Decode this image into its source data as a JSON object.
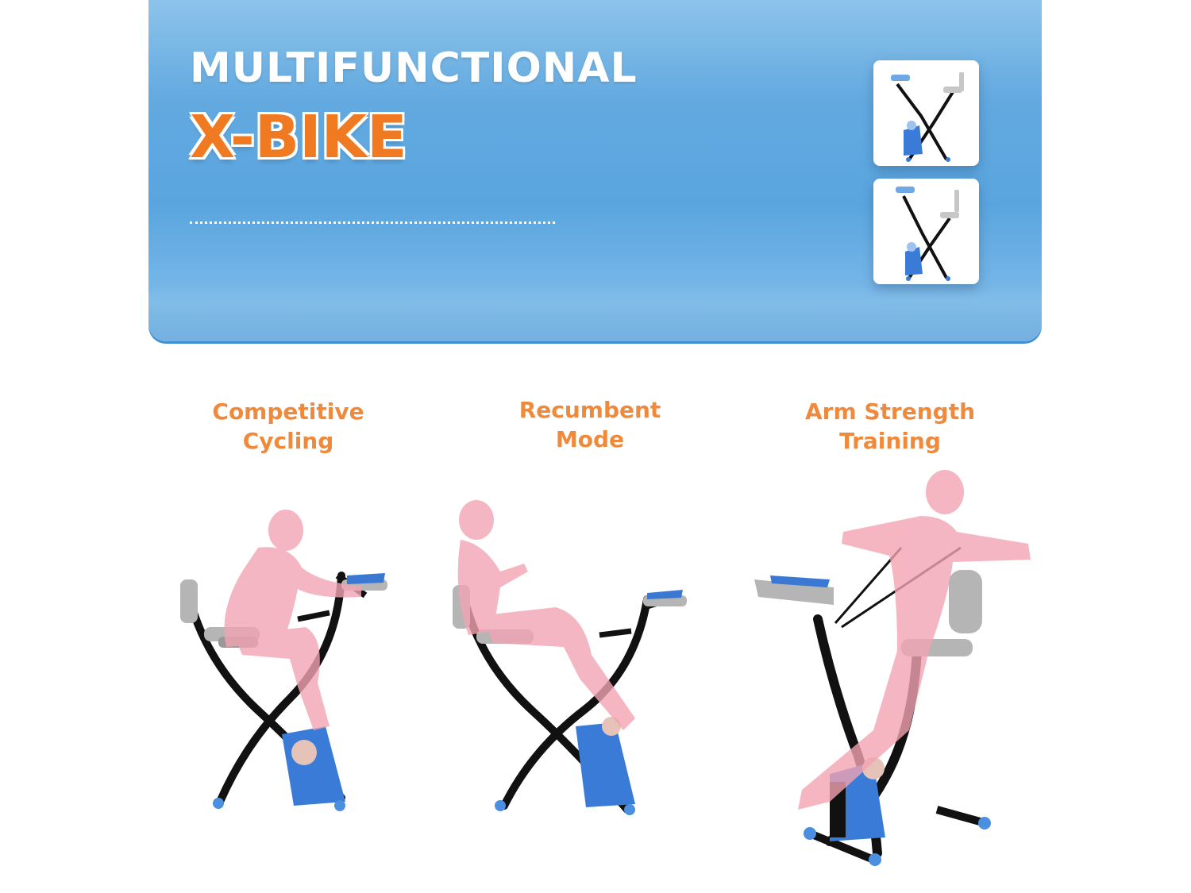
{
  "header": {
    "line1": "MULTIFUNCTIONAL",
    "line2": "X-BIKE"
  },
  "thumbnails": [
    {
      "icon": "x-bike-folded-icon"
    },
    {
      "icon": "x-bike-upright-icon"
    }
  ],
  "modes": [
    {
      "line1": "Competitive",
      "line2": "Cycling",
      "icon": "competitive-cycling-illustration"
    },
    {
      "line1": "Recumbent",
      "line2": "Mode",
      "icon": "recumbent-mode-illustration"
    },
    {
      "line1": "Arm Strength",
      "line2": "Training",
      "icon": "arm-strength-training-illustration"
    }
  ],
  "colors": {
    "banner": "#5aa5df",
    "accent": "#f07a22",
    "caption": "#ef8a3c",
    "frame": "#111111",
    "flywheel": "#3b7bd8",
    "seat": "#b9b9b9",
    "figure": "#f2a4b3"
  }
}
